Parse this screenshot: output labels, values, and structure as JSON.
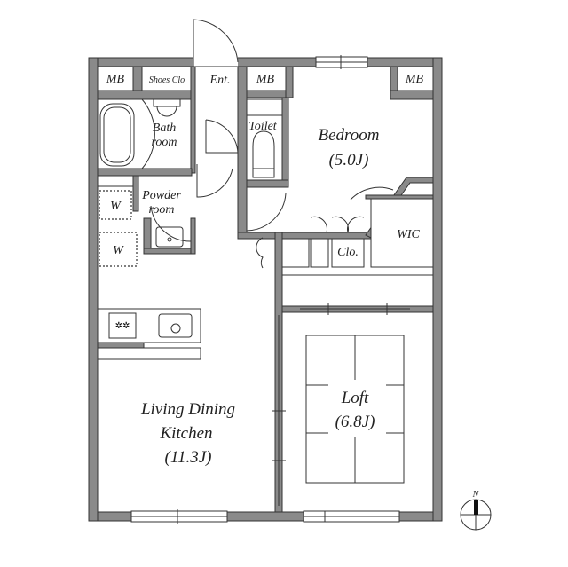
{
  "floorplan": {
    "rooms": {
      "mb_left": "MB",
      "shoes": "Shoes Clo",
      "entrance": "Ent.",
      "mb_center": "MB",
      "mb_right": "MB",
      "bath_1": "Bath",
      "bath_2": "room",
      "toilet": "Toilet",
      "bedroom": "Bedroom",
      "bedroom_size": "(5.0J)",
      "powder_1": "Powder",
      "powder_2": "room",
      "washer_1": "W",
      "washer_2": "W",
      "closet": "Clo.",
      "wic": "WIC",
      "ldk_1": "Living Dining",
      "ldk_2": "Kitchen",
      "ldk_size": "(11.3J)",
      "loft": "Loft",
      "loft_size": "(6.8J)"
    },
    "compass": {
      "label": "N",
      "icon": "north-arrow-icon"
    },
    "colors": {
      "wall": "#8a8a8a",
      "line": "#333333"
    }
  }
}
